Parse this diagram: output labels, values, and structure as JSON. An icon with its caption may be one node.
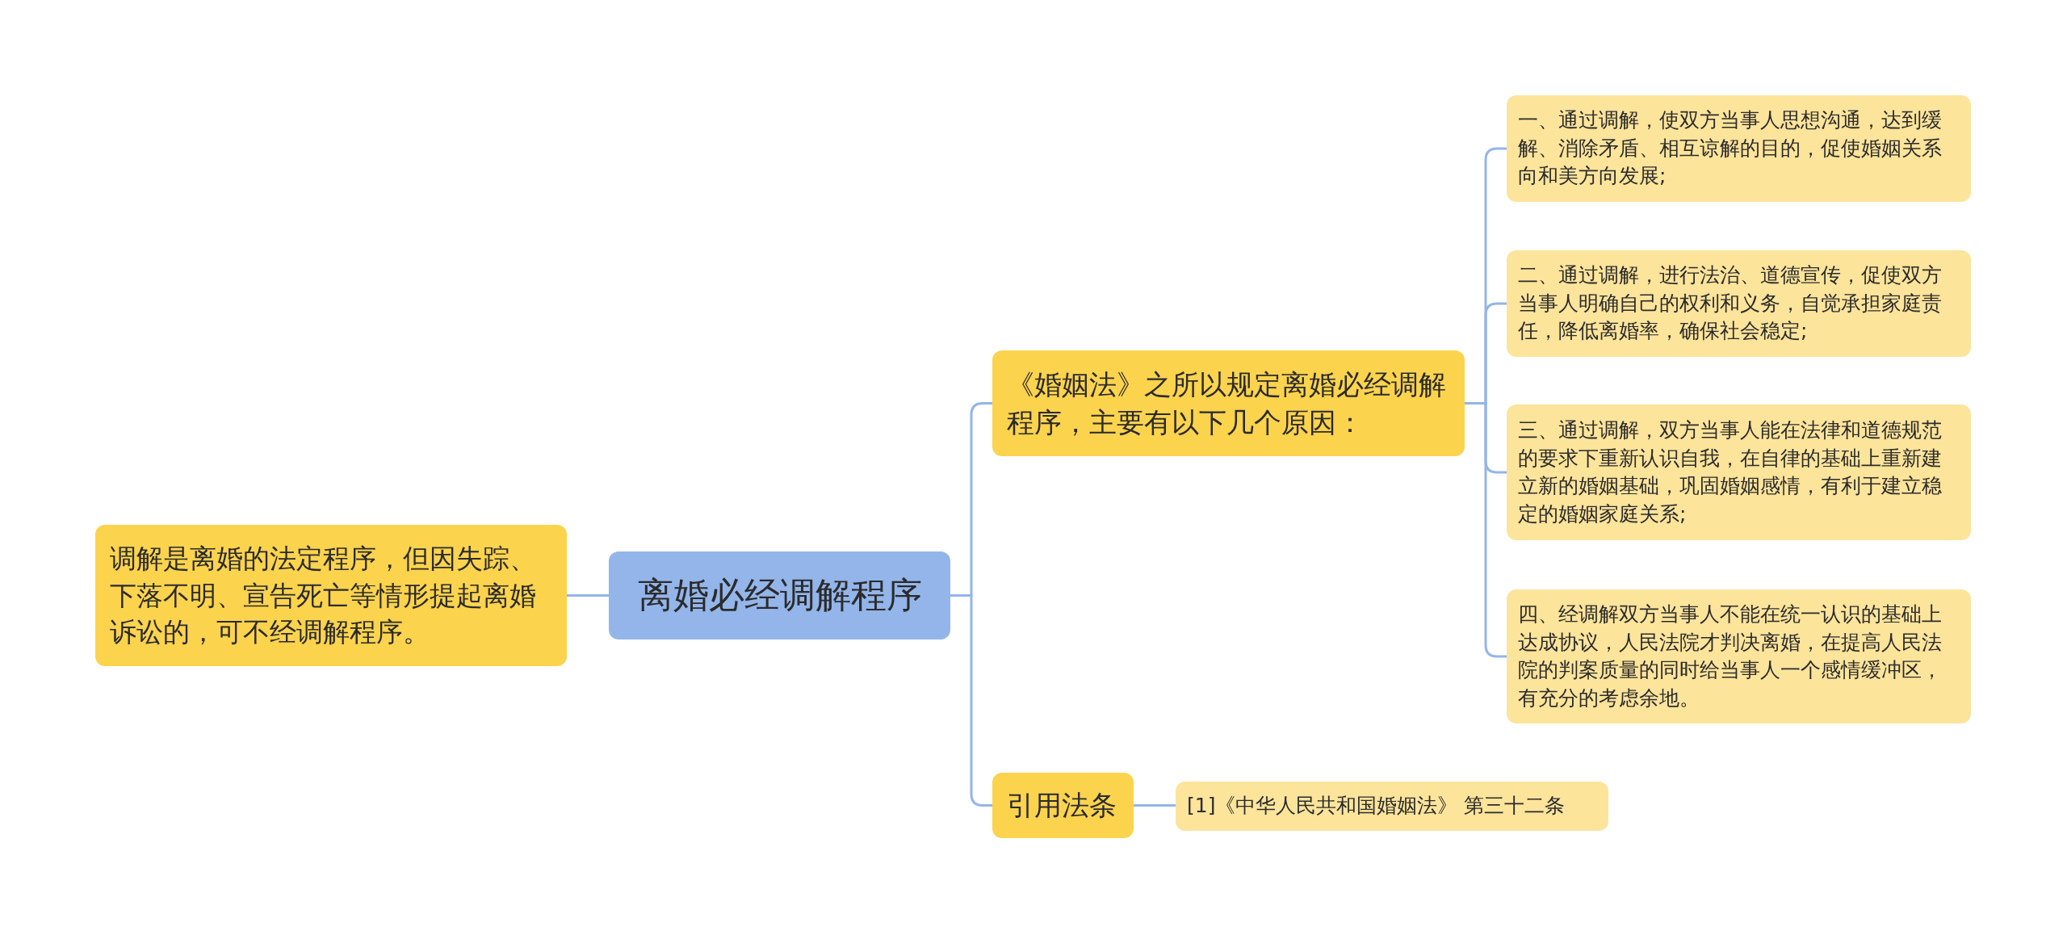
{
  "diagram": {
    "nodes": [
      {
        "text": [
          "离婚必经调解程序"
        ]
      },
      {
        "text": [
          "调解是离婚的法定程序，但因失踪、下落不明、宣告死亡等情形提起离婚诉讼的，可不经调解程序。"
        ]
      },
      {
        "text": [
          "《婚姻法》之所以规定离婚必经调解程序，主要有以下几个原因："
        ]
      },
      {
        "text": [
          "引用法条"
        ]
      },
      {
        "text": [
          "一、通过调解，使双方当事人思想沟通，达到缓解、消除矛盾、相互谅解的目的，促使婚姻关系向和美方向发展;"
        ]
      },
      {
        "text": [
          "二、通过调解，进行法治、道德宣传，促使双方当事人明确自己的权利和义务，自觉承担家庭责任，降低离婚率，确保社会稳定;"
        ]
      },
      {
        "text": [
          "三、通过调解，双方当事人能在法律和道德规范的要求下重新认识自我，在自律的基础上重新建立新的婚姻基础，巩固婚姻感情，有利于建立稳定的婚姻家庭关系;"
        ]
      },
      {
        "text": [
          "四、经调解双方当事人不能在统一认识的基础上达成协议，人民法院才判决离婚，在提高人民法院的判案质量的同时给当事人一个感情缓冲区，有充分的考虑余地。"
        ]
      },
      {
        "text": [
          "[1]《中华人民共和国婚姻法》 第三十二条"
        ]
      }
    ],
    "edges": [
      {
        "from": 0,
        "to": 1,
        "arrow": "none"
      },
      {
        "from": 0,
        "to": 2,
        "arrow": "none"
      },
      {
        "from": 0,
        "to": 3,
        "arrow": "none"
      },
      {
        "from": 2,
        "to": 4,
        "arrow": "none"
      },
      {
        "from": 2,
        "to": 5,
        "arrow": "none"
      },
      {
        "from": 2,
        "to": 6,
        "arrow": "none"
      },
      {
        "from": 2,
        "to": 7,
        "arrow": "none"
      },
      {
        "from": 3,
        "to": 8,
        "arrow": "none"
      }
    ]
  }
}
